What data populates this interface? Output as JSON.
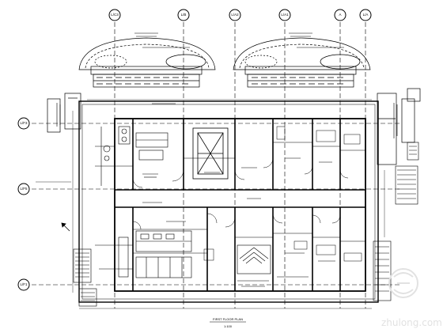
{
  "grid_bubbles_top": [
    "L/C3",
    "L/B",
    "L/A2",
    "L/A1",
    "A",
    "L/A"
  ],
  "grid_bubbles_left": [
    "L/F3",
    "L/F5",
    "L/F1"
  ],
  "drawing_title": "FIRST FLOOR PLAN",
  "drawing_scale": "1:100",
  "watermark_text": "zhulong.com",
  "colors": {
    "ink": "#000000",
    "paper": "#ffffff",
    "watermark": "#e2e2e2"
  }
}
